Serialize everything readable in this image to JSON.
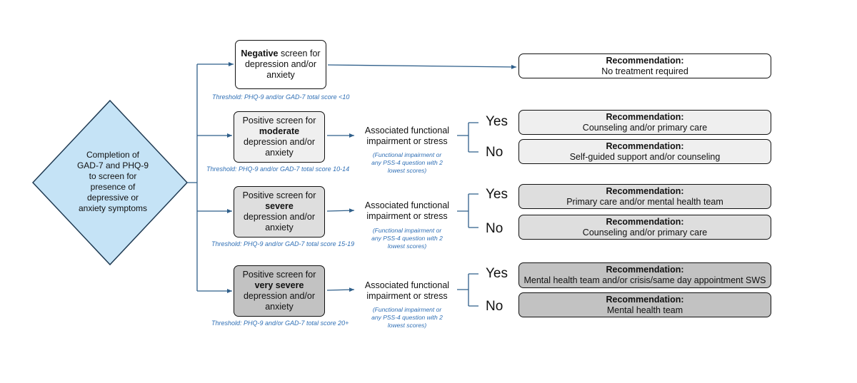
{
  "start": {
    "text_lines": [
      "Completion of",
      "GAD-7 and PHQ-9",
      "to screen for",
      "presence of",
      "depressive or",
      "anxiety symptoms"
    ]
  },
  "branches": [
    {
      "screen_pre": "",
      "screen_bold": "Negative",
      "screen_post": " screen for depression and/or anxiety",
      "threshold": "Threshold:  PHQ-9 and/or GAD-7 total score <10",
      "recommendation_title": "Recommendation:",
      "recommendation_text": "No treatment required"
    },
    {
      "screen_pre": "Positive screen for",
      "screen_bold": "moderate",
      "screen_post": "depression and/or anxiety",
      "threshold": "Threshold:  PHQ-9 and/or GAD-7 total score 10-14",
      "assoc": "Associated functional impairment or stress",
      "criteria": "(Functional impairment or any PSS-4 question with 2 lowest scores)",
      "yes_label": "Yes",
      "no_label": "No",
      "yes_rec_title": "Recommendation:",
      "yes_rec_text": "Counseling and/or primary care",
      "no_rec_title": "Recommendation:",
      "no_rec_text": "Self-guided support and/or counseling"
    },
    {
      "screen_pre": "Positive screen for",
      "screen_bold": "severe",
      "screen_post": "depression and/or anxiety",
      "threshold": "Threshold:  PHQ-9 and/or GAD-7 total score 15-19",
      "assoc": "Associated functional impairment or stress",
      "criteria": "(Functional impairment or any PSS-4 question with 2 lowest scores)",
      "yes_label": "Yes",
      "no_label": "No",
      "yes_rec_title": "Recommendation:",
      "yes_rec_text": "Primary care and/or mental health team",
      "no_rec_title": "Recommendation:",
      "no_rec_text": "Counseling and/or primary care"
    },
    {
      "screen_pre": "Positive screen for",
      "screen_bold": "very severe",
      "screen_post": "depression and/or anxiety",
      "threshold": "Threshold:  PHQ-9 and/or GAD-7 total score 20+",
      "assoc": "Associated functional impairment or stress",
      "criteria": "(Functional impairment or any PSS-4 question with 2 lowest scores)",
      "yes_label": "Yes",
      "no_label": "No",
      "yes_rec_title": "Recommendation:",
      "yes_rec_text": "Mental health team and/or crisis/same day appointment SWS",
      "no_rec_title": "Recommendation:",
      "no_rec_text": "Mental health team"
    }
  ],
  "colors": {
    "diamond_fill": "#c5e3f6",
    "connector": "#2f5f8a",
    "threshold_text": "#2f6fb5",
    "moderate_fill": "#efefef",
    "severe_fill": "#dedede",
    "very_severe_fill": "#c2c2c2"
  }
}
